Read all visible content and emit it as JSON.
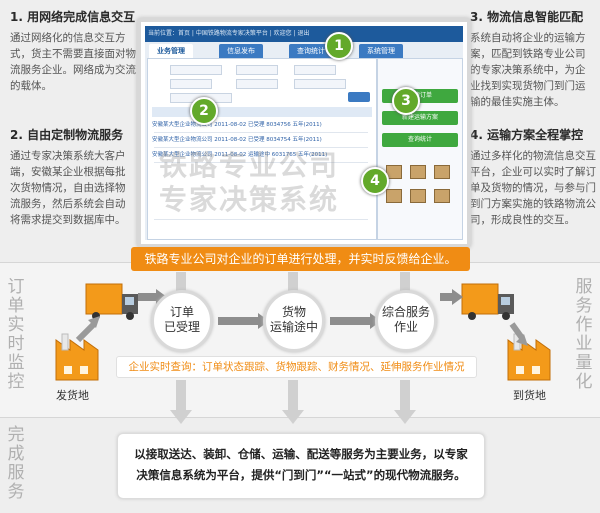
{
  "features": [
    {
      "title": "1. 用网络完成信息交互",
      "lines": [
        "通过网络化的信息交互方",
        "式，货主不需要直接面对物",
        "流服务企业。网络成为交流",
        "的载体。"
      ]
    },
    {
      "title": "2. 自由定制物流服务",
      "lines": [
        "通过专家决策系统大客户",
        "端，安徽某企业根据每批",
        "次货物情况，自由选择物",
        "流服务，然后系统会自动",
        "将需求提交到数据库中。"
      ]
    },
    {
      "title": "3. 物流信息智能匹配",
      "lines": [
        "系统自动将企业的运输方",
        "案，匹配到铁路专业公司",
        "的专家决策系统中，为企",
        "业找到实现货物门到门运",
        "输的最佳实施主体。"
      ]
    },
    {
      "title": "4. 运输方案全程掌控",
      "lines": [
        "通过多样化的物流信息交互",
        "平台，企业可以实时了解订",
        "单及货物的情况，与参与门",
        "到门方案实施的铁路物流公",
        "司，形成良性的交互。"
      ]
    }
  ],
  "screen": {
    "header": "当前位置：首页 | 中国铁路物流专家决策平台 | 欢迎您 | 退出",
    "tabs": [
      "业务管理",
      "信息发布",
      "查询统计",
      "系统管理"
    ],
    "side_buttons": [
      "新建订单",
      "新建运输方案",
      "查询统计"
    ],
    "rows": [
      "安徽某大型企业物流公司   2011-08-02   已受理   8034756   五年(2011)",
      "安徽某大型企业物流公司   2011-08-02   已受理   8034754   五年(2011)",
      "安徽某大型企业物流公司   2011-08-02   运输途中   6031765   五年(2011)"
    ],
    "watermark": [
      "铁路专业公司",
      "专家决策系统"
    ]
  },
  "markers": [
    "1",
    "2",
    "3",
    "4"
  ],
  "banner": "铁路专业公司对企业的订单进行处理，并实时反馈给企业。",
  "side_left": "订单实时监控",
  "side_right": "服务作业量化",
  "side_bottom": "完成服务",
  "stages": [
    {
      "line1": "订单",
      "line2": "已受理"
    },
    {
      "line1": "货物",
      "line2": "运输途中"
    },
    {
      "line1": "综合服务",
      "line2": "作业"
    }
  ],
  "query": "企业实时查询：订单状态跟踪、货物跟踪、财务情况、延伸服务作业情况",
  "origin": "发货地",
  "destination": "到货地",
  "summary": [
    "以接取送达、装卸、仓储、运输、配送等服务为主要业务，以专家",
    "决策信息系统为平台，提供“门到门”“一站式”的现代物流服务。"
  ],
  "colors": {
    "accent": "#f08c14",
    "marker": "#63a92a",
    "screen_header": "#1d5a9c"
  }
}
